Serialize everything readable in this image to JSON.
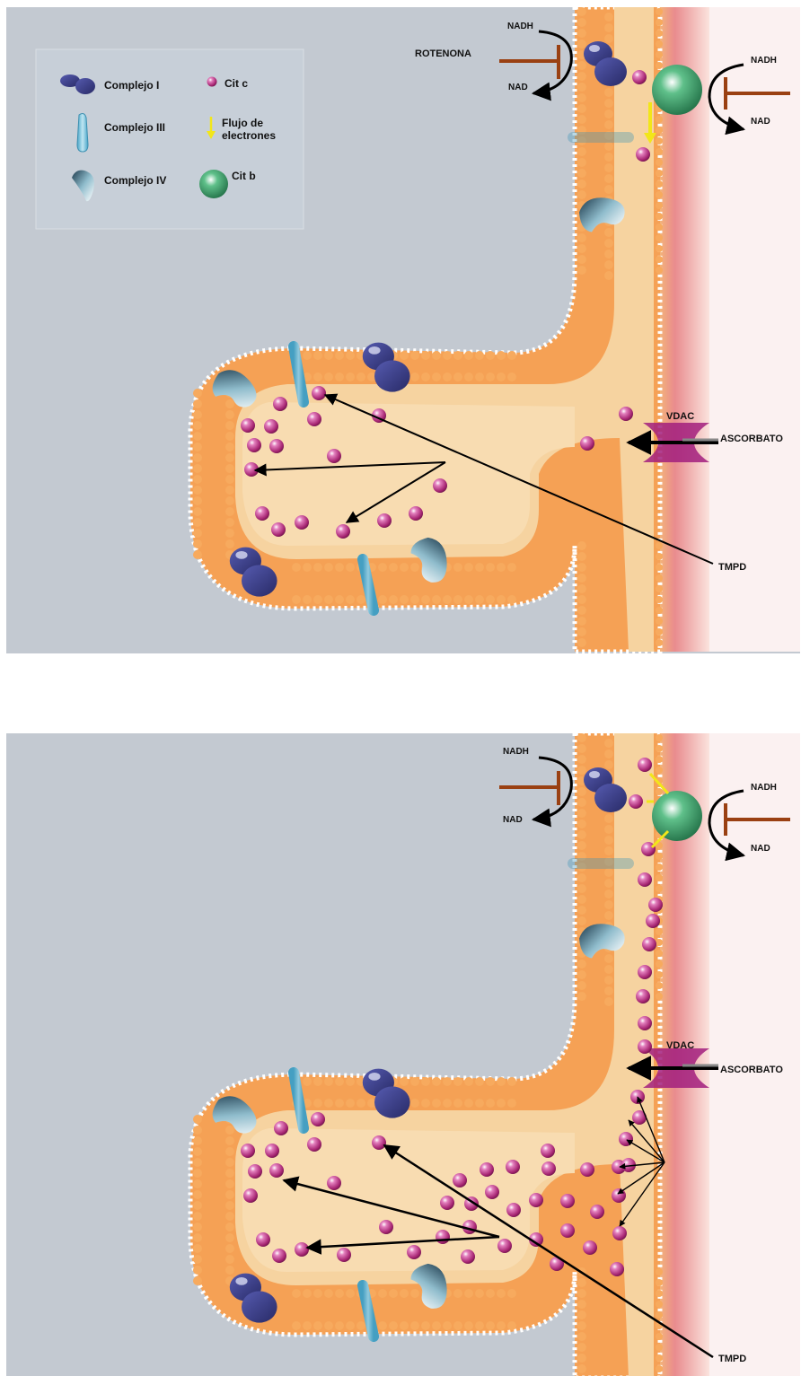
{
  "legend": {
    "items": [
      {
        "icon": "complex-i-icon",
        "label": "Complejo I"
      },
      {
        "icon": "cyt-c-icon",
        "label": "Cit c"
      },
      {
        "icon": "complex-iii-icon",
        "label": "Complejo III"
      },
      {
        "icon": "electron-flow-icon",
        "label_line1": "Flujo de",
        "label_line2": "electrones"
      },
      {
        "icon": "complex-iv-icon",
        "label": "Complejo IV"
      },
      {
        "icon": "cyt-b-icon",
        "label": "Cit b"
      }
    ]
  },
  "top": {
    "nadh_left": "NADH",
    "nad_left": "NAD",
    "inhibitor": "ROTENONA",
    "nadh_right": "NADH",
    "nad_right": "NAD",
    "vdac": "VDAC",
    "ascorbate": "ASCORBATO",
    "tmpd": "TMPD"
  },
  "bottom": {
    "nadh_left": "NADH",
    "nad_left": "NAD",
    "nadh_right": "NADH",
    "nad_right": "NAD",
    "vdac": "VDAC",
    "ascorbate": "ASCORBATO",
    "tmpd": "TMPD"
  },
  "colors": {
    "background_gray": "#c3c9d1",
    "membrane_orange": "#f5a155",
    "intermembrane": "#f6d3a0",
    "complex_blue": "#3b3e8c",
    "cyt_c_magenta": "#b5357d",
    "cyt_b_green": "#3f9a6a",
    "rotenone_bar": "#9a4012",
    "vdac_purple": "#a21f7e",
    "electron_yellow": "#f2e619",
    "outer_pink": "#e9a3a8"
  }
}
